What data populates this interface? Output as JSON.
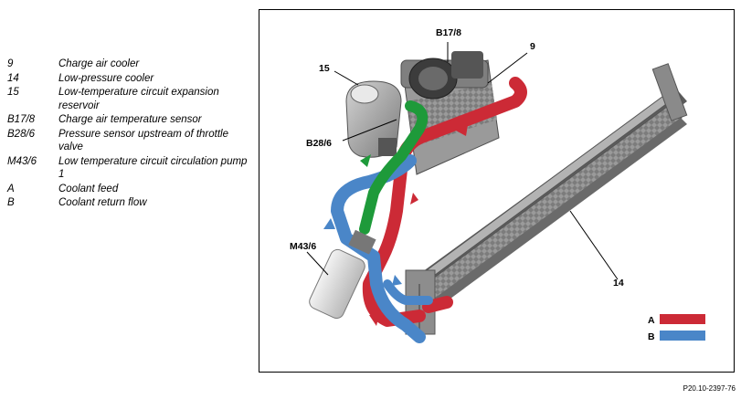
{
  "legend": [
    {
      "key": "9",
      "text": "Charge air cooler"
    },
    {
      "key": "14",
      "text": "Low-pressure cooler"
    },
    {
      "key": "15",
      "text": "Low-temperature circuit expansion reservoir"
    },
    {
      "key": "B17/8",
      "text": "Charge air temperature sensor"
    },
    {
      "key": "B28/6",
      "text": "Pressure sensor upstream of throttle valve"
    },
    {
      "key": "M43/6",
      "text": "Low temperature circuit circulation pump 1"
    },
    {
      "key": "A",
      "text": "Coolant feed"
    },
    {
      "key": "B",
      "text": "Coolant return flow"
    }
  ],
  "diagram": {
    "callouts": {
      "b17_8": "B17/8",
      "c9": "9",
      "c15": "15",
      "b28_6": "B28/6",
      "m43_6": "M43/6",
      "c14": "14"
    },
    "key": {
      "a_label": "A",
      "b_label": "B",
      "a_color": "#cc2a36",
      "b_color": "#4a86c8"
    },
    "colors": {
      "feed_red": "#cc2a36",
      "return_blue": "#4a86c8",
      "green": "#1e9a3a",
      "metal": "#8d8d8d"
    }
  },
  "figure_code": "P20.10-2397-76"
}
